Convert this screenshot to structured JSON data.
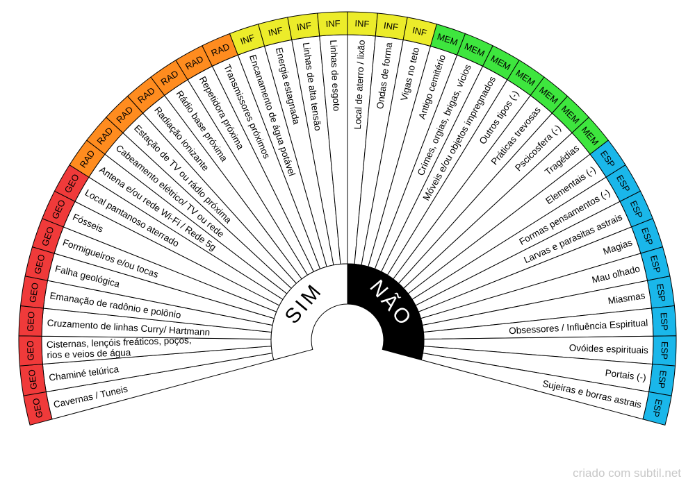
{
  "center": {
    "yes_label": "SIM",
    "no_label": "NÃO"
  },
  "credit": "criado com subtil.net",
  "colors": {
    "GEO": "#f03a3a",
    "RAD": "#ff8c1f",
    "INF": "#ecec2a",
    "MEM": "#3ee63e",
    "ESP": "#1ab7ea"
  },
  "sectors": [
    {
      "code": "GEO",
      "label": "Cavernas / Tuneis"
    },
    {
      "code": "GEO",
      "label": "Chaminé telúrica"
    },
    {
      "code": "GEO",
      "label": "Cisternas, lençóis freáticos, poços, rios e veios de água"
    },
    {
      "code": "GEO",
      "label": "Cruzamento de linhas Curry/ Hartmann"
    },
    {
      "code": "GEO",
      "label": "Emanação de radônio e polônio"
    },
    {
      "code": "GEO",
      "label": "Falha geológica"
    },
    {
      "code": "GEO",
      "label": "Formigueiros e/ou tocas"
    },
    {
      "code": "GEO",
      "label": "Fósseis"
    },
    {
      "code": "GEO",
      "label": "Local pantanoso aterrado"
    },
    {
      "code": "RAD",
      "label": "Antena e/ou rede Wi-Fi / Rede 5g"
    },
    {
      "code": "RAD",
      "label": "Cabeamento elétrico/ TV ou rede"
    },
    {
      "code": "RAD",
      "label": "Estação de TV ou rádio próxima"
    },
    {
      "code": "RAD",
      "label": "Radiação ionizante"
    },
    {
      "code": "RAD",
      "label": "Rádio base próxima"
    },
    {
      "code": "RAD",
      "label": "Repetidora próxima"
    },
    {
      "code": "RAD",
      "label": "Transmissores próximos"
    },
    {
      "code": "INF",
      "label": "Encanamento de água potável"
    },
    {
      "code": "INF",
      "label": "Energia estagnada"
    },
    {
      "code": "INF",
      "label": "Linhas de alta tensão"
    },
    {
      "code": "INF",
      "label": "Linhas de esgoto"
    },
    {
      "code": "INF",
      "label": "Local de aterro / lixão"
    },
    {
      "code": "INF",
      "label": "Ondas de forma"
    },
    {
      "code": "INF",
      "label": "Vigas no teto"
    },
    {
      "code": "MEM",
      "label": "Antigo cemitério"
    },
    {
      "code": "MEM",
      "label": "Crimes, orgias, brigas, vícios"
    },
    {
      "code": "MEM",
      "label": "Móveis e/ou objetos impregnados"
    },
    {
      "code": "MEM",
      "label": "Outros tipos (-)"
    },
    {
      "code": "MEM",
      "label": "Práticas trevosas"
    },
    {
      "code": "MEM",
      "label": "Pscicosfera (-)"
    },
    {
      "code": "MEM",
      "label": "Tragédias"
    },
    {
      "code": "ESP",
      "label": "Elementais (-)"
    },
    {
      "code": "ESP",
      "label": "Formas pensamentos (-)"
    },
    {
      "code": "ESP",
      "label": "Larvas e parasitas astrais"
    },
    {
      "code": "ESP",
      "label": "Magias"
    },
    {
      "code": "ESP",
      "label": "Mau olhado"
    },
    {
      "code": "ESP",
      "label": "Miasmas"
    },
    {
      "code": "ESP",
      "label": "Obsessores / Influência Espiritual"
    },
    {
      "code": "ESP",
      "label": "Ovóides espirituais"
    },
    {
      "code": "ESP",
      "label": "Portais (-)"
    },
    {
      "code": "ESP",
      "label": "Sujeiras e borras astrais"
    }
  ]
}
